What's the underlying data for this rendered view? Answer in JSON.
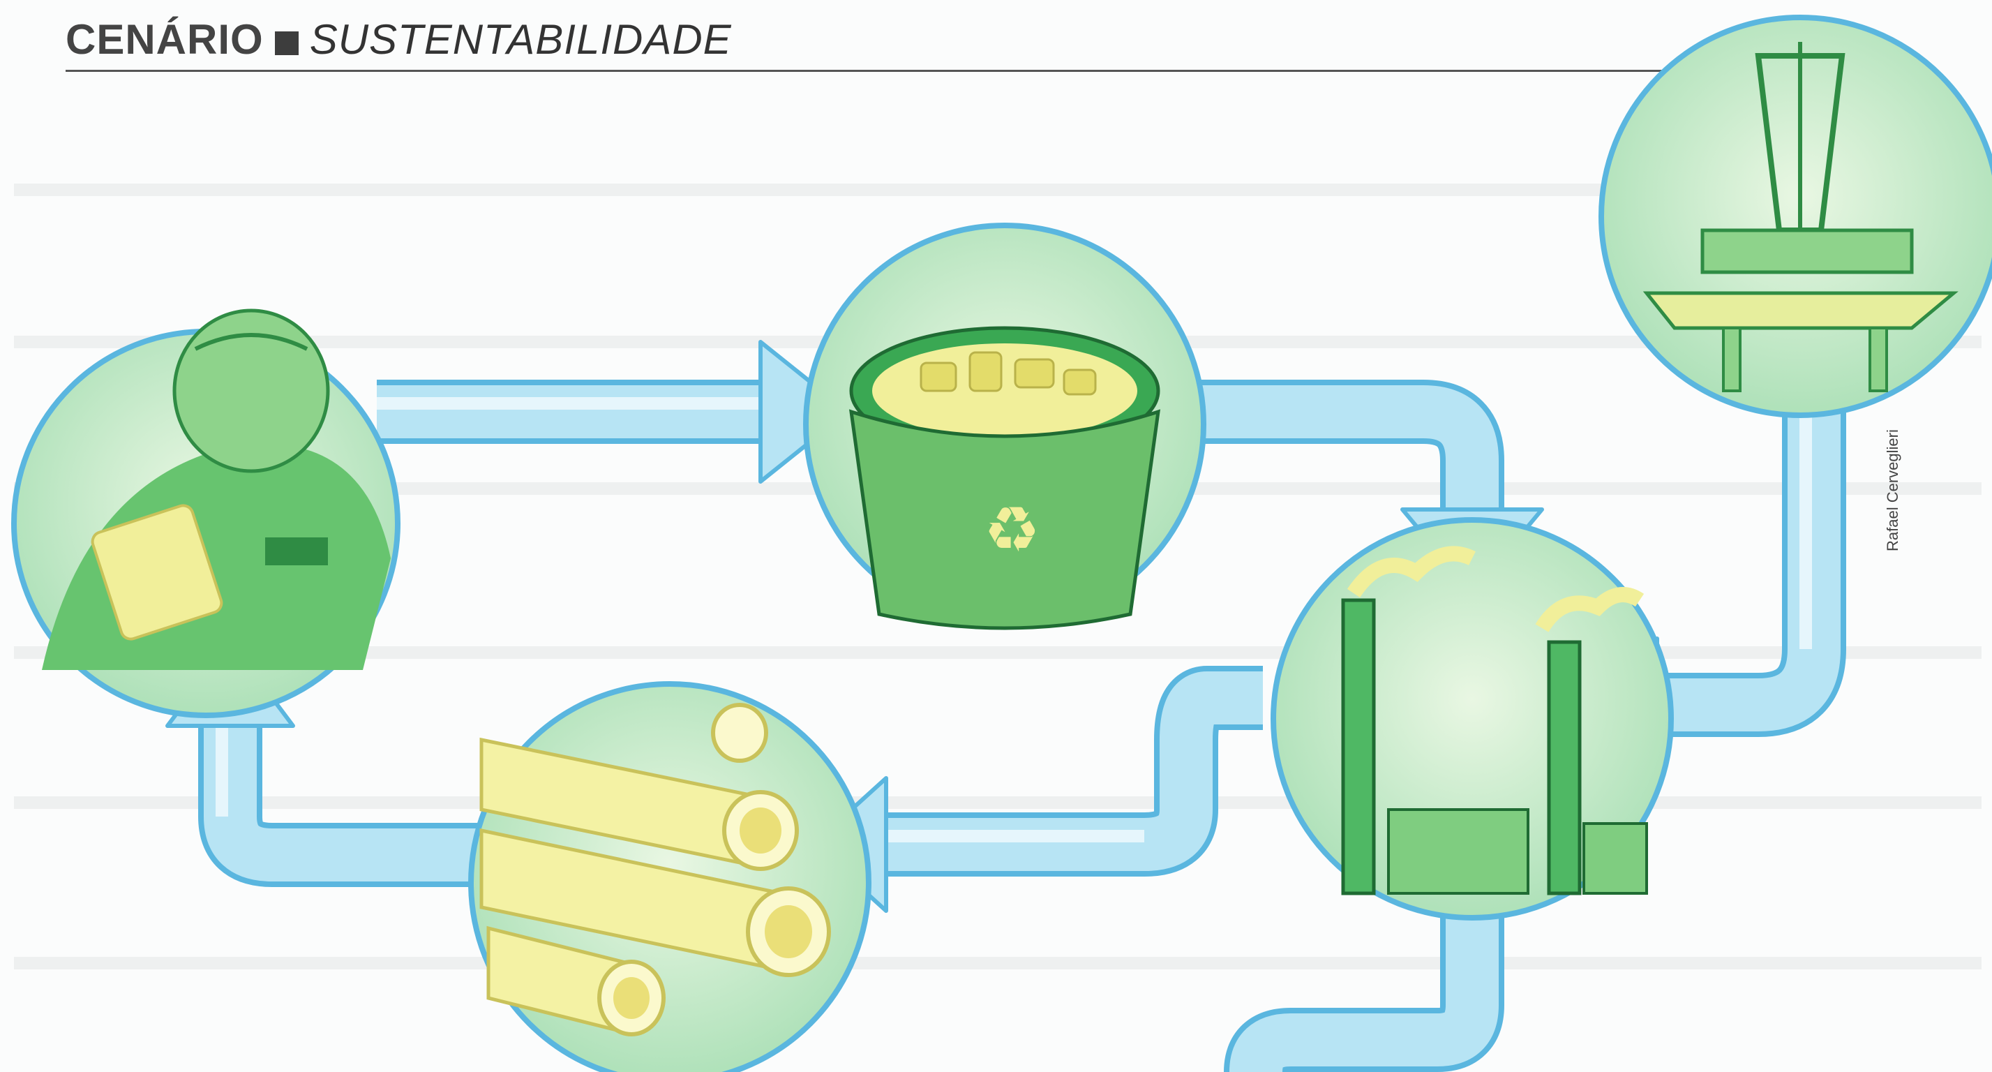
{
  "header": {
    "section": "CENÁRIO",
    "topic": "SUSTENTABILIDADE"
  },
  "credit": "Rafael Cerveglieri",
  "illustration": {
    "stages": [
      {
        "name": "oil-platform-icon"
      },
      {
        "name": "refinery-icon"
      },
      {
        "name": "plastic-pipes-icon"
      },
      {
        "name": "person-holding-plastic-icon"
      },
      {
        "name": "recycling-bin-icon"
      }
    ],
    "colors": {
      "pipe": "#aee0f2",
      "pipe_edge": "#5ab6df",
      "circle_fill": "#bfe7c2",
      "green_dark": "#3aa853",
      "yellow": "#f1ef9a"
    }
  }
}
